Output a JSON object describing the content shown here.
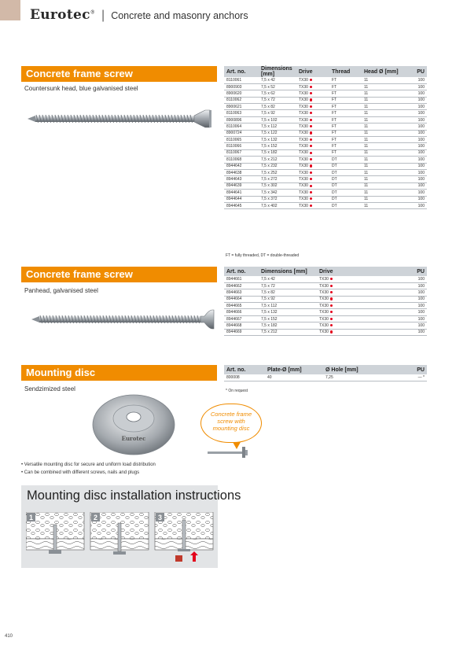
{
  "header": {
    "logo": "Eurotec",
    "separator": "|",
    "category": "Concrete and masonry anchors"
  },
  "sections": {
    "countersunk": {
      "title": "Concrete frame screw",
      "subtitle": "Countersunk head, blue galvanised steel",
      "table": {
        "headers": [
          "Art. no.",
          "Dimensions [mm]",
          "Drive",
          "Thread",
          "Head Ø [mm]",
          "PU"
        ],
        "rows": [
          [
            "8110061",
            "7,5 x 42",
            "TX30",
            "FT",
            "11",
            "100"
          ],
          [
            "8900903",
            "7,5 x 52",
            "TX30",
            "FT",
            "11",
            "100"
          ],
          [
            "8900620",
            "7,5 x 62",
            "TX30",
            "FT",
            "11",
            "100"
          ],
          [
            "8110062",
            "7,5 x 72",
            "TX30",
            "FT",
            "11",
            "100"
          ],
          [
            "8900621",
            "7,5 x 82",
            "TX30",
            "FT",
            "11",
            "100"
          ],
          [
            "8110063",
            "7,5 x 92",
            "TX30",
            "FT",
            "11",
            "100"
          ],
          [
            "8900896",
            "7,5 x 102",
            "TX30",
            "FT",
            "11",
            "100"
          ],
          [
            "8110064",
            "7,5 x 112",
            "TX30",
            "FT",
            "11",
            "100"
          ],
          [
            "8900724",
            "7,5 x 122",
            "TX30",
            "FT",
            "11",
            "100"
          ],
          [
            "8110065",
            "7,5 x 132",
            "TX30",
            "FT",
            "11",
            "100"
          ],
          [
            "8110066",
            "7,5 x 152",
            "TX30",
            "FT",
            "11",
            "100"
          ],
          [
            "8110067",
            "7,5 x 182",
            "TX30",
            "FT",
            "11",
            "100"
          ],
          [
            "8110068",
            "7,5 x 212",
            "TX30",
            "DT",
            "11",
            "100"
          ],
          [
            "8944642",
            "7,5 x 232",
            "TX30",
            "DT",
            "11",
            "100"
          ],
          [
            "8944638",
            "7,5 x 252",
            "TX30",
            "DT",
            "11",
            "100"
          ],
          [
            "8944643",
            "7,5 x 272",
            "TX30",
            "DT",
            "11",
            "100"
          ],
          [
            "8944639",
            "7,5 x 302",
            "TX30",
            "DT",
            "11",
            "100"
          ],
          [
            "8944641",
            "7,5 x 342",
            "TX30",
            "DT",
            "11",
            "100"
          ],
          [
            "8944644",
            "7,5 x 372",
            "TX30",
            "DT",
            "11",
            "100"
          ],
          [
            "8944645",
            "7,5 x 402",
            "TX30",
            "DT",
            "11",
            "100"
          ]
        ],
        "note": "FT = fully threaded, DT = double-threaded"
      }
    },
    "panhead": {
      "title": "Concrete frame screw",
      "subtitle": "Panhead, galvanised steel",
      "table": {
        "headers": [
          "Art. no.",
          "Dimensions [mm]",
          "Drive",
          "PU"
        ],
        "rows": [
          [
            "8944661",
            "7,5 x 42",
            "TX30",
            "100"
          ],
          [
            "8944662",
            "7,5 x 72",
            "TX30",
            "100"
          ],
          [
            "8944663",
            "7,5 x 82",
            "TX30",
            "100"
          ],
          [
            "8944664",
            "7,5 x 92",
            "TX30",
            "100"
          ],
          [
            "8944665",
            "7,5 x 112",
            "TX30",
            "100"
          ],
          [
            "8944666",
            "7,5 x 132",
            "TX30",
            "100"
          ],
          [
            "8944667",
            "7,5 x 152",
            "TX30",
            "100"
          ],
          [
            "8944668",
            "7,5 x 182",
            "TX30",
            "100"
          ],
          [
            "8944669",
            "7,5 x 212",
            "TX30",
            "100"
          ]
        ]
      }
    },
    "disc": {
      "title": "Mounting disc",
      "subtitle": "Sendzimized steel",
      "table": {
        "headers": [
          "Art. no.",
          "Plate-Ø [mm]",
          "Ø Hole [mm]",
          "PU"
        ],
        "rows": [
          [
            "800008",
            "40",
            "7,25",
            "— *"
          ]
        ],
        "note": "* On request"
      },
      "disc_label": "Eurotec",
      "bubble_text": [
        "Concrete frame",
        "screw with",
        "mounting disc"
      ],
      "bullets": [
        "Versatile mounting disc for secure and uniform load distribution",
        "Can be combined with different screws, nails and plugs"
      ]
    }
  },
  "install": {
    "title": "Mounting disc installation instructions",
    "steps": [
      "1",
      "2",
      "3"
    ]
  },
  "page_number": "410",
  "colors": {
    "accent": "#f08c00",
    "header_gray": "#ced3d8",
    "drive_dot": "#e3001b",
    "install_bg": "#e2e4e6"
  }
}
